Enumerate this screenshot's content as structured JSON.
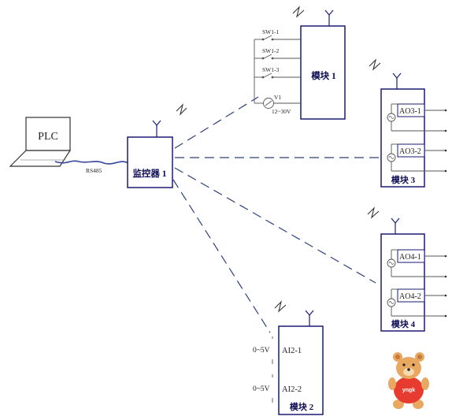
{
  "plc": {
    "label": "PLC"
  },
  "rs485": {
    "label": "RS485"
  },
  "monitor": {
    "label": "监控器 1"
  },
  "module1": {
    "label": "模块 1",
    "switches": [
      "SW1-1",
      "SW1-2",
      "SW1-3"
    ],
    "supply_label": "V1",
    "supply_voltage": "12~30V"
  },
  "module2": {
    "label": "模块 2",
    "channels": [
      "AI2-1",
      "AI2-2"
    ],
    "ranges": [
      "0~5V",
      "0~5V"
    ]
  },
  "module3": {
    "label": "模块 3",
    "channels": [
      "AO3-1",
      "AO3-2"
    ]
  },
  "module4": {
    "label": "模块 4",
    "channels": [
      "AO4-1",
      "AO4-2"
    ]
  },
  "mascot": {
    "badge_text": "yngk"
  },
  "colors": {
    "box_outline": "#1a1a72",
    "dashed_link": "#2f3f7f",
    "wire": "#555555",
    "mascot_shirt": "#e63b2e",
    "mascot_fur": "#e8a860"
  }
}
